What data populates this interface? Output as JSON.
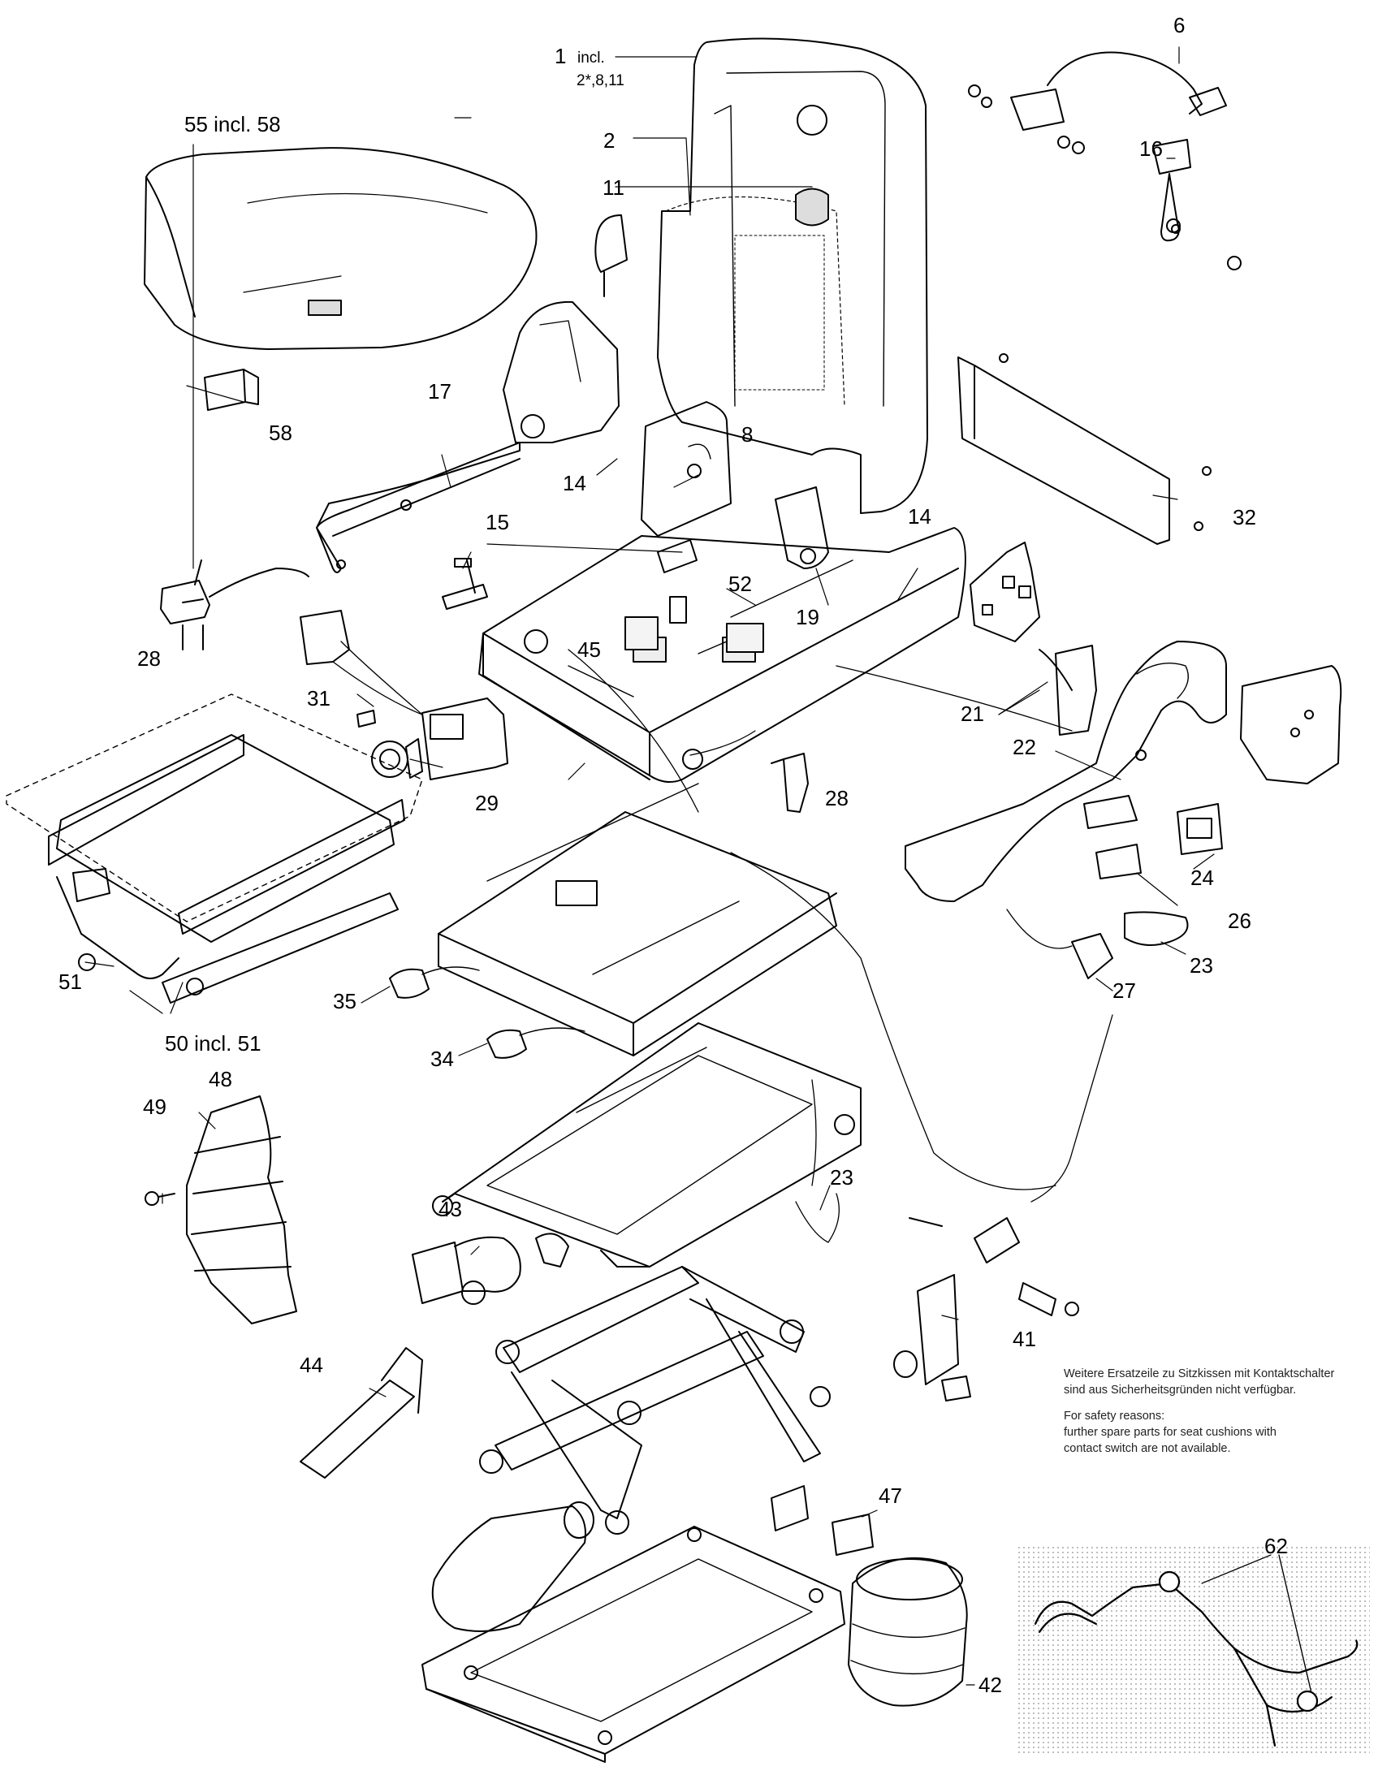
{
  "labels": {
    "l1": "1",
    "l1_incl": "incl.",
    "l1_sub": "2*,8,11",
    "l2": "2",
    "l6": "6",
    "l8": "8",
    "l11": "11",
    "l14a": "14",
    "l14b": "14",
    "l15": "15",
    "l16": "16",
    "l17": "17",
    "l19": "19",
    "l21": "21",
    "l22": "22",
    "l23a": "23",
    "l23b": "23",
    "l24": "24",
    "l26": "26",
    "l27": "27",
    "l28a": "28",
    "l28b": "28",
    "l29": "29",
    "l31": "31",
    "l32": "32",
    "l34": "34",
    "l35": "35",
    "l41": "41",
    "l42": "42",
    "l43": "43",
    "l44": "44",
    "l45": "45",
    "l47": "47",
    "l48": "48",
    "l49": "49",
    "l50": "50 incl. 51",
    "l51": "51",
    "l52": "52",
    "l55": "55 incl. 58",
    "l58": "58",
    "l62": "62"
  },
  "note": {
    "de_line1": "Weitere Ersatzeile zu Sitzkissen mit Kontaktschalter",
    "de_line2": "sind aus Sicherheitsgründen nicht verfügbar.",
    "en_line1": "For safety reasons:",
    "en_line2": "further spare parts for seat cushions with",
    "en_line3": "contact switch are not available."
  }
}
